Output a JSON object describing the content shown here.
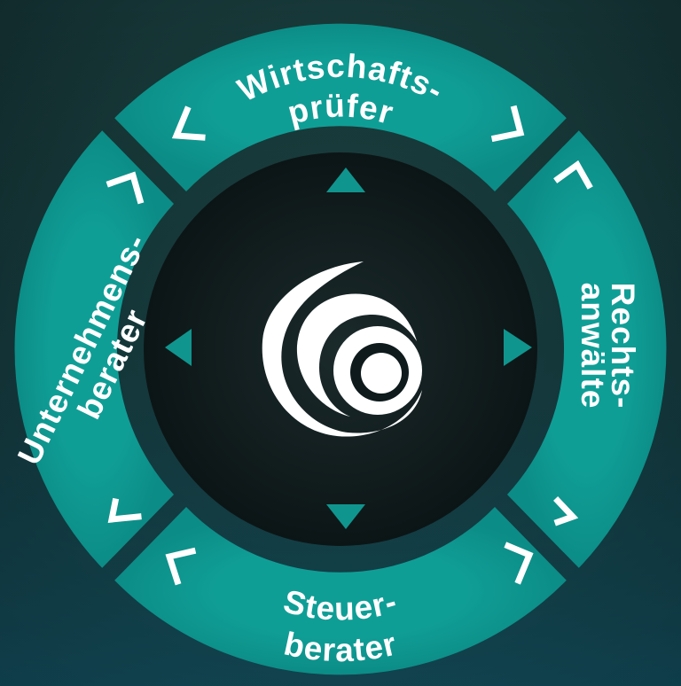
{
  "segments": {
    "top": {
      "line1": "Wirtschafts-",
      "line2": "prüfer"
    },
    "right": {
      "line1": "Rechts-",
      "line2": "anwälte"
    },
    "bottom": {
      "line1": "Steuer-",
      "line2": "berater"
    },
    "left": {
      "line1": "Unternehmens-",
      "line2": "berater"
    }
  },
  "center": {
    "logo_icon": "crescent-logo-icon"
  },
  "colors": {
    "segment": "#0f9b93",
    "segment_dark": "#0a7f78",
    "inner_circle": "#0e1a1b",
    "text": "#ffffff",
    "arrow": "#10958e"
  }
}
